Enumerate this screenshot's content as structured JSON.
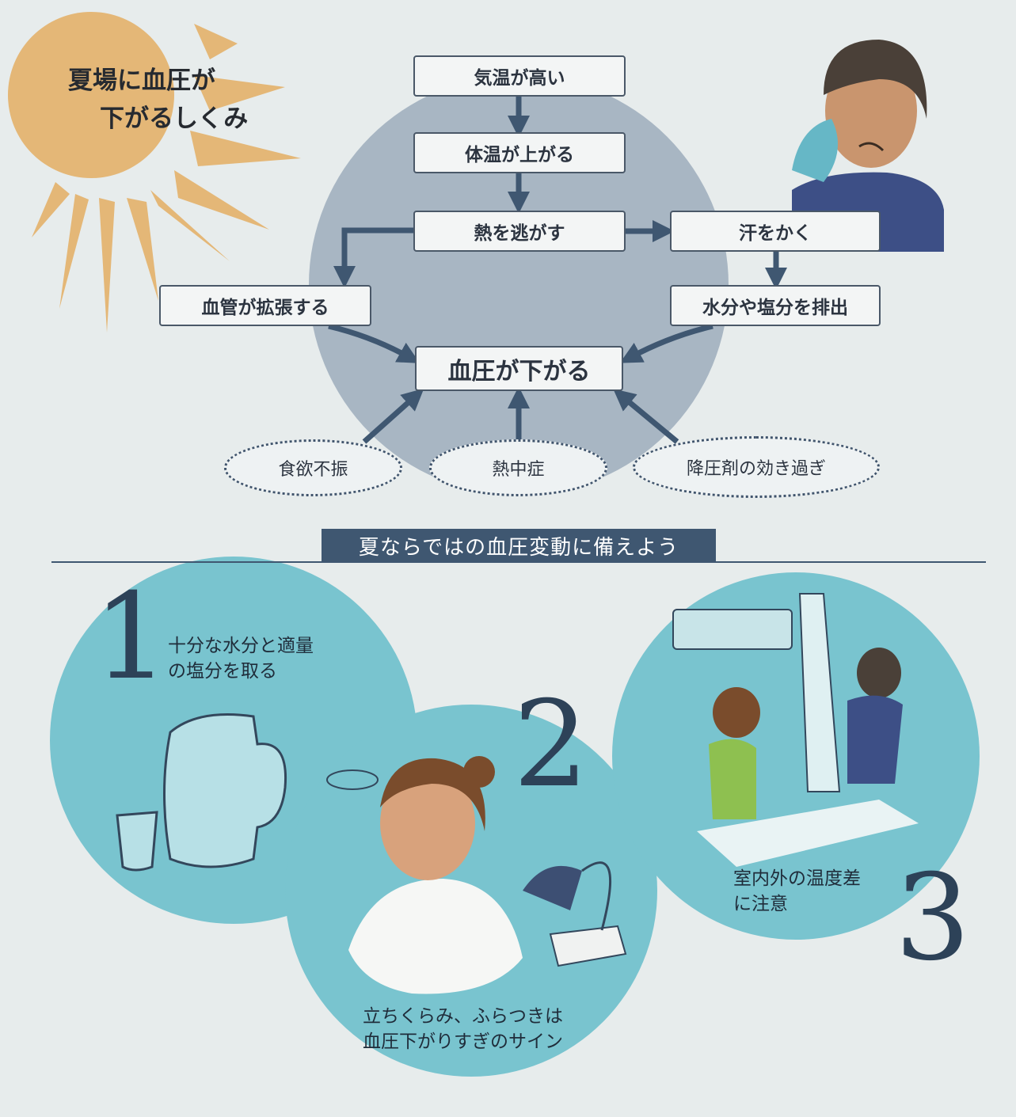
{
  "title": {
    "line1": "夏場に血圧が",
    "line2": "下がるしくみ"
  },
  "flow": {
    "temp_high": "気温が高い",
    "body_temp_up": "体温が上がる",
    "release_heat": "熱を逃がす",
    "sweat": "汗をかく",
    "vessels_dilate": "血管が拡張する",
    "excrete": "水分や塩分を排出",
    "bp_down": "血圧が下がる",
    "causes": [
      "食欲不振",
      "熱中症",
      "降圧剤の効き過ぎ"
    ]
  },
  "banner": "夏ならではの血圧変動に備えよう",
  "tips": [
    {
      "number": "1",
      "line1": "十分な水分と適量",
      "line2": "の塩分を取る"
    },
    {
      "number": "2",
      "line1": "立ちくらみ、ふらつきは",
      "line2": "血圧下がりすぎのサイン"
    },
    {
      "number": "3",
      "line1": "室内外の温度差",
      "line2": "に注意"
    }
  ],
  "colors": {
    "background": "#e7ecec",
    "sun": "#e4b777",
    "circle_top": "#a8b6c3",
    "circles_bottom": "#79c4cf",
    "box_border": "#4a5868",
    "navy": "#3f5771"
  }
}
